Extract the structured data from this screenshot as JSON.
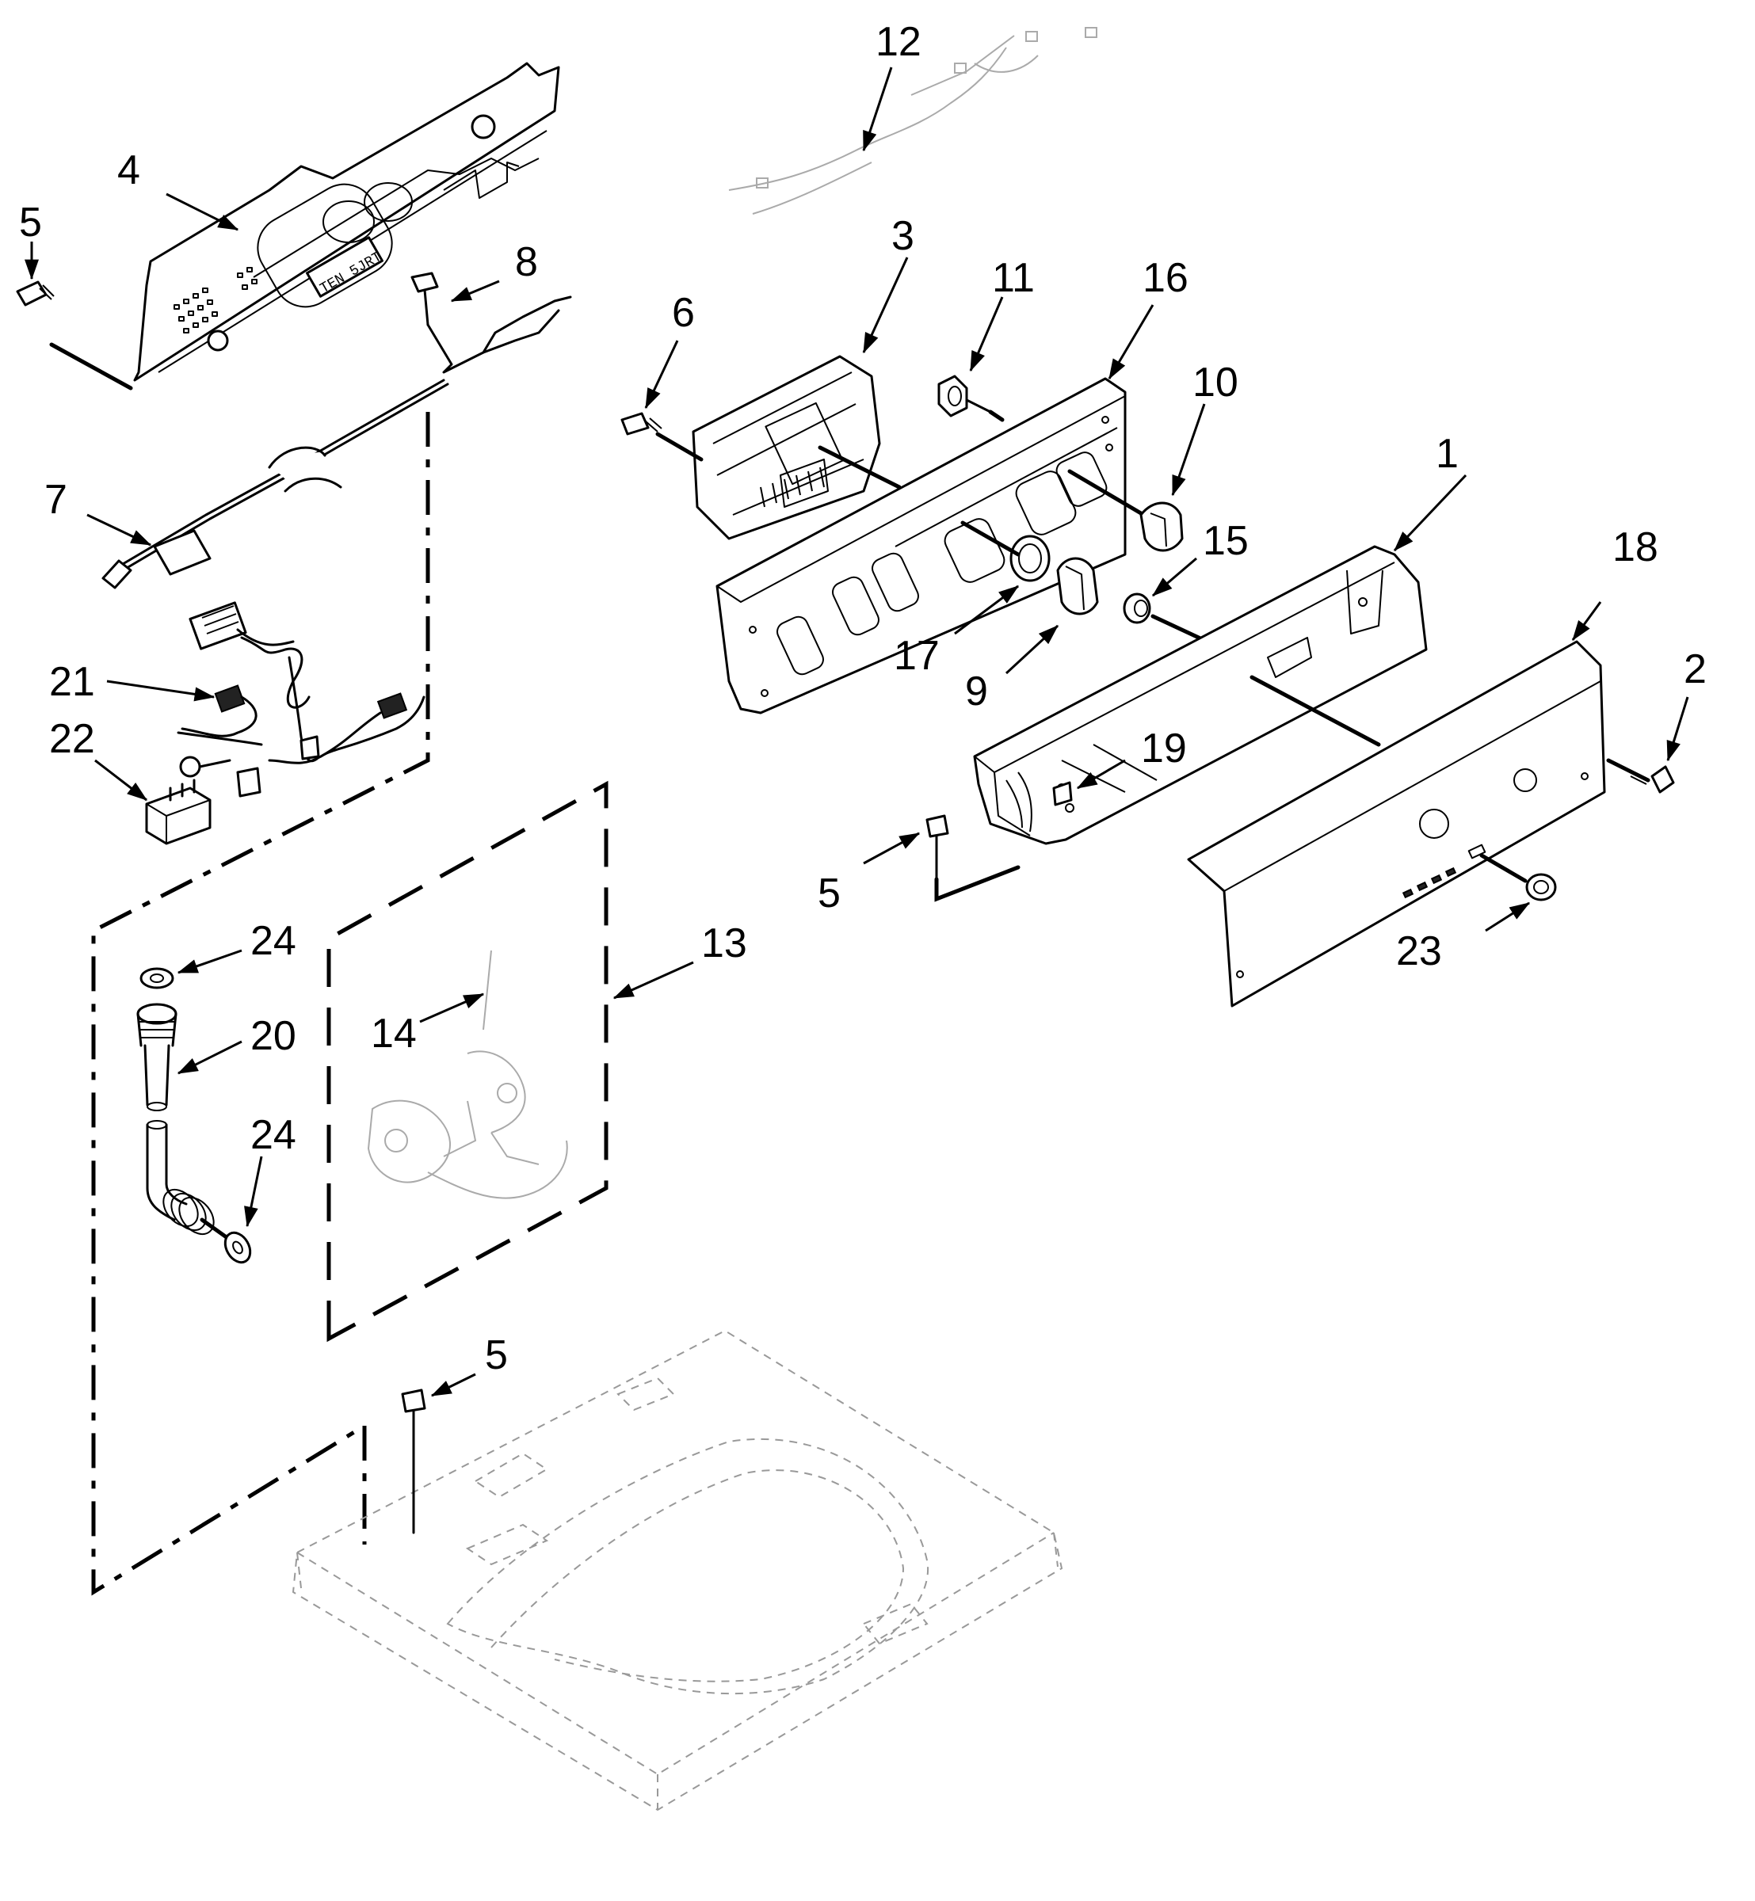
{
  "callouts": {
    "c1": "1",
    "c2": "2",
    "c3": "3",
    "c4": "4",
    "c5a": "5",
    "c5b": "5",
    "c5c": "5",
    "c6": "6",
    "c7": "7",
    "c8": "8",
    "c9": "9",
    "c10": "10",
    "c11": "11",
    "c12": "12",
    "c13": "13",
    "c14": "14",
    "c15": "15",
    "c16": "16",
    "c17": "17",
    "c18": "18",
    "c19": "19",
    "c20": "20",
    "c21": "21",
    "c22": "22",
    "c23": "23",
    "c24a": "24",
    "c24b": "24"
  },
  "panel_text": "TEN 5JRT"
}
